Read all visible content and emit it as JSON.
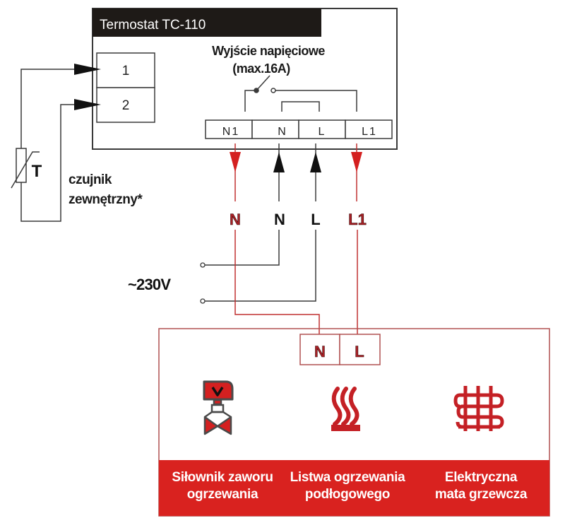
{
  "thermostat": {
    "title": "Termostat TC-110",
    "output_title_line1": "Wyjście napięciowe",
    "output_title_line2": "(max.16A)",
    "sensor_terminals": [
      "1",
      "2"
    ],
    "output_terminals": [
      "N1",
      "N",
      "L",
      "L1"
    ]
  },
  "sensor": {
    "symbol": "T",
    "label_line1": "czujnik",
    "label_line2": "zewnętrzny*"
  },
  "wires": {
    "labels": [
      "N",
      "N",
      "L",
      "L1"
    ]
  },
  "supply": {
    "label": "~230V"
  },
  "load": {
    "terminals": [
      "N",
      "L"
    ],
    "devices": [
      {
        "icon": "valve-actuator-icon",
        "label": "Siłownik zaworu\nogrzewania"
      },
      {
        "icon": "heat-strip-icon",
        "label": "Listwa ogrzewania\npodłogowego"
      },
      {
        "icon": "heating-mat-icon",
        "label": "Elektryczna\nmata grzewcza"
      }
    ]
  },
  "colors": {
    "line_dark": "#3a3a3a",
    "header_bg": "#1e1a17",
    "accent_red": "#d42020",
    "wire_red": "#c03030",
    "box_red": "#b05050",
    "band_red": "#d9221f",
    "label_red": "#a82025"
  }
}
